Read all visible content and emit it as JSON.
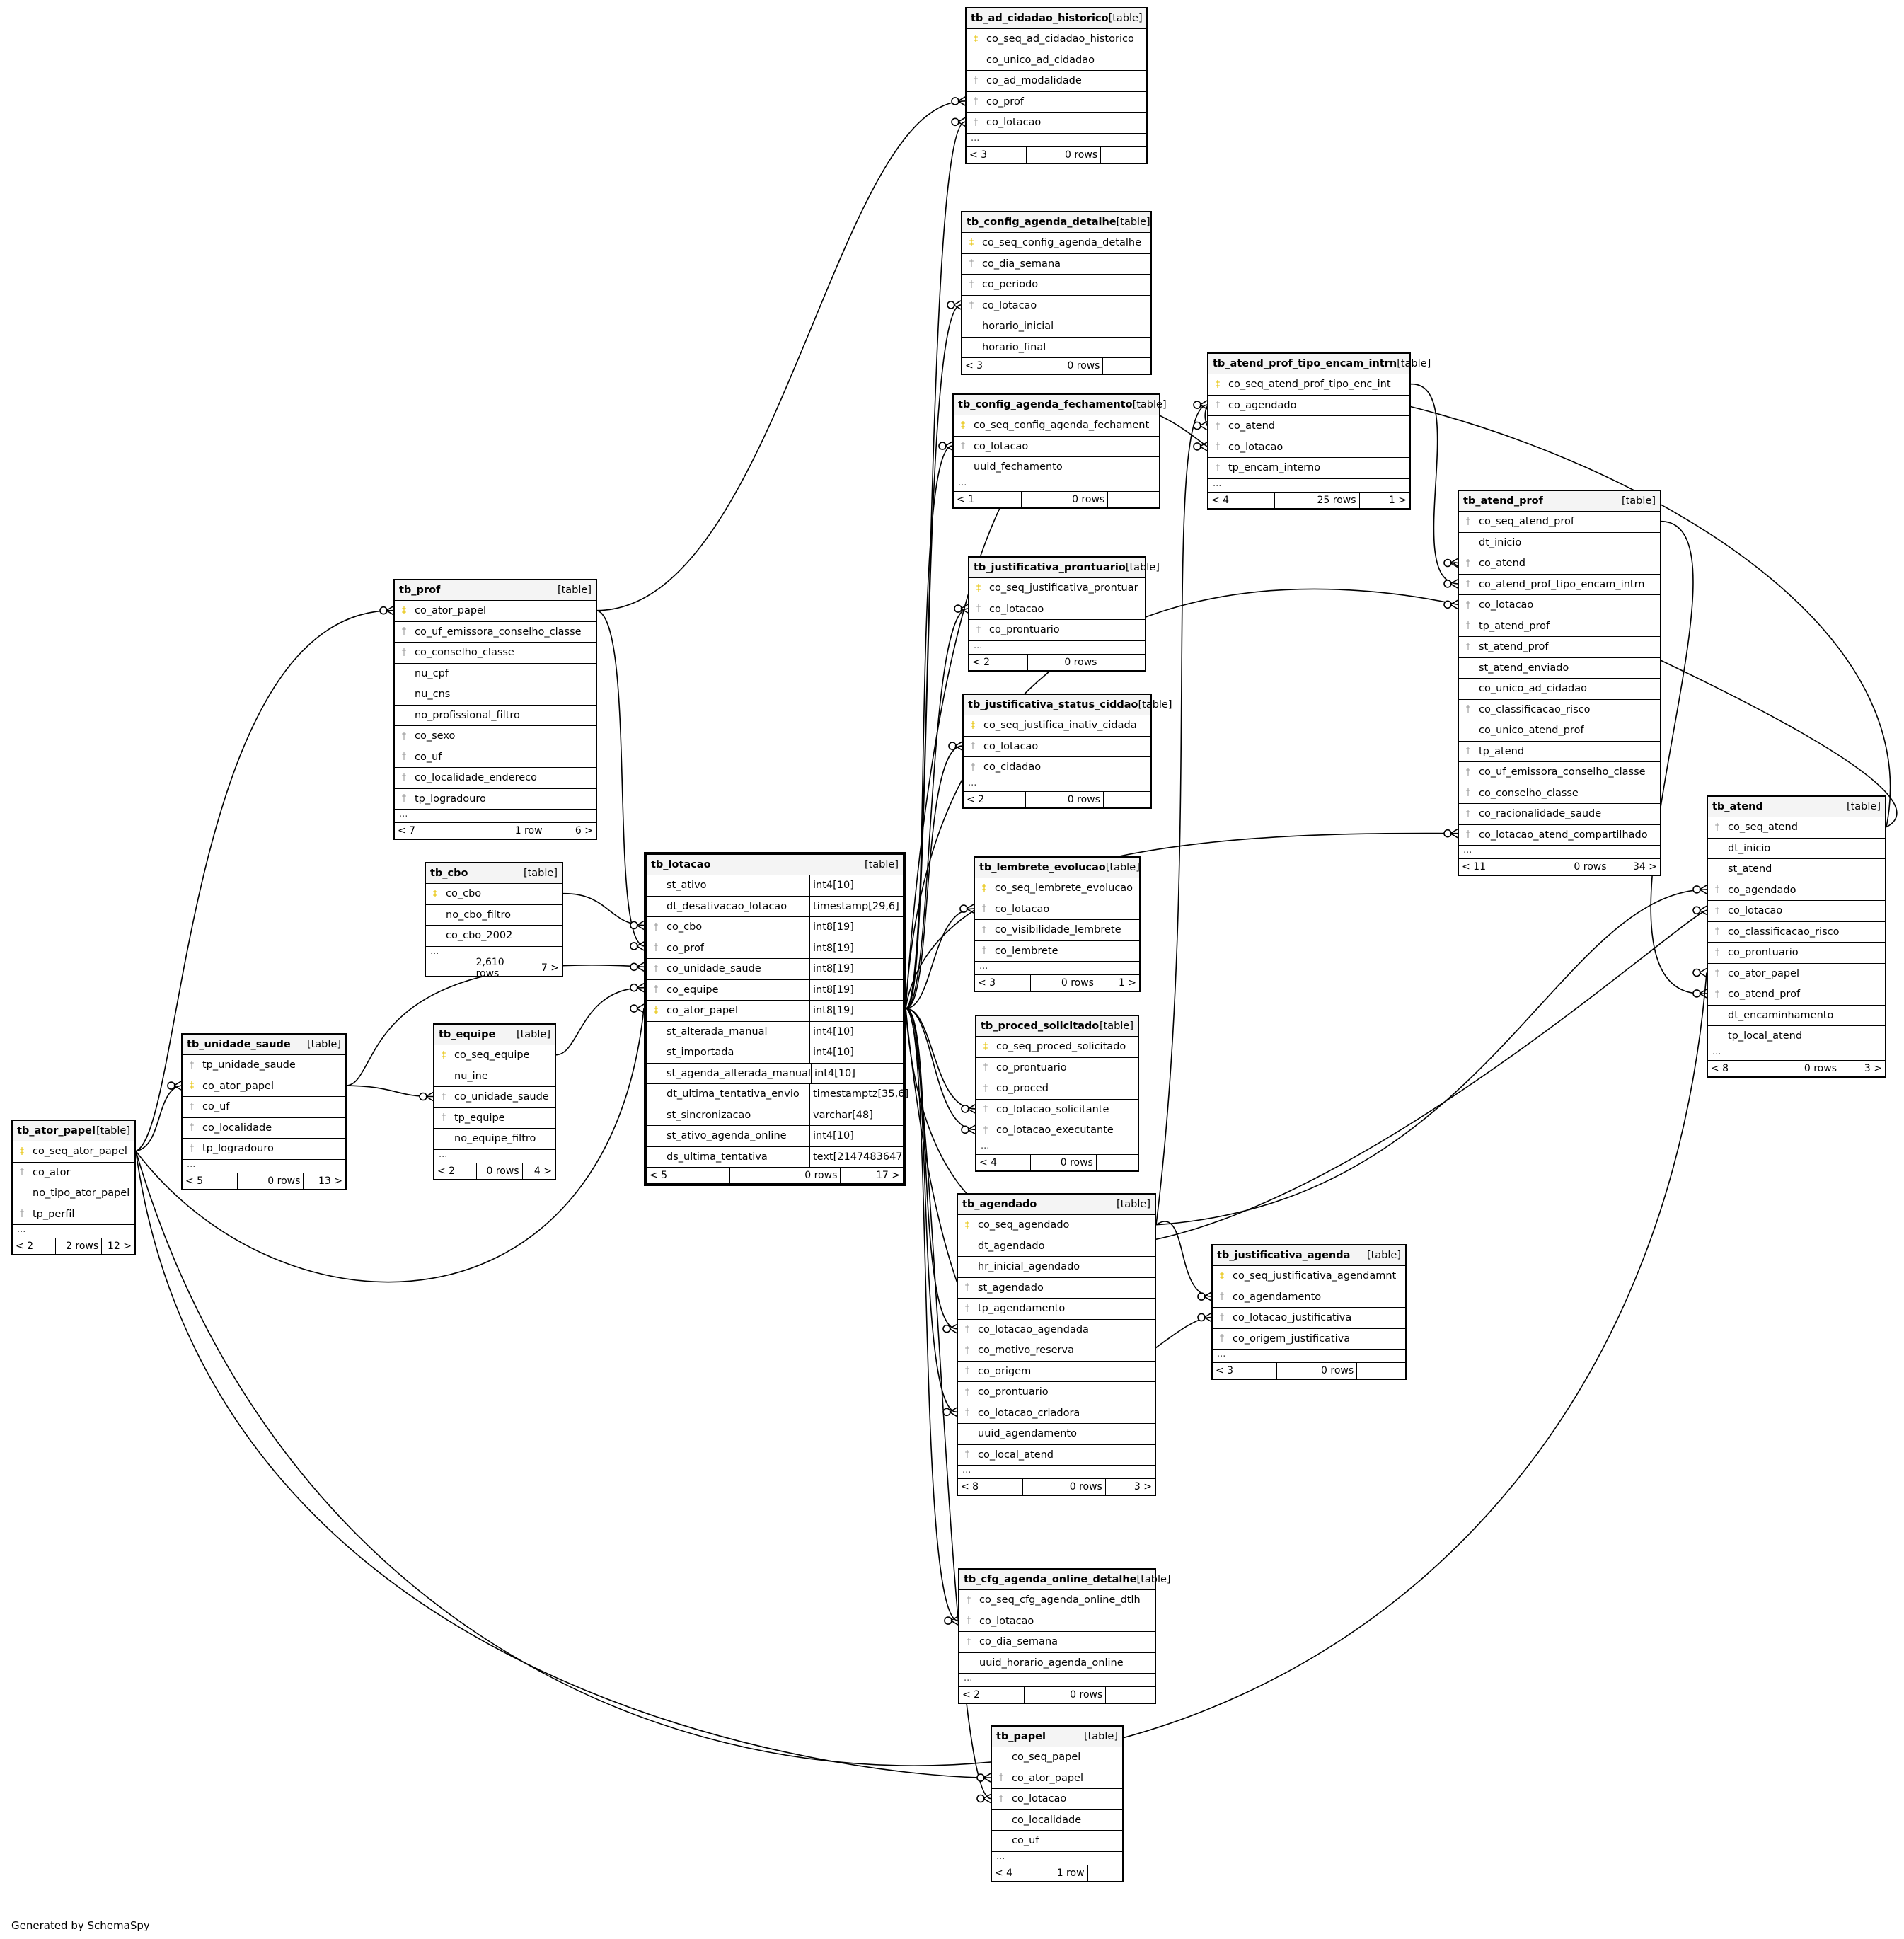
{
  "footer_text": "Generated by SchemaSpy",
  "colors": {
    "primary_key_icon": "#e6c200",
    "foreign_key_icon": "#9a9a9a",
    "header_bg": "#f4f4f4",
    "line": "#000000"
  },
  "tables": [
    {
      "name": "tb_ad_cidadao_historico",
      "tag": "[table]",
      "columns": [
        {
          "n": "co_seq_ad_cidadao_historico",
          "k": "pk"
        },
        {
          "n": "co_unico_ad_cidadao",
          "k": ""
        },
        {
          "n": "co_ad_modalidade",
          "k": "fk"
        },
        {
          "n": "co_prof",
          "k": "fk"
        },
        {
          "n": "co_lotacao",
          "k": "fk"
        }
      ],
      "more": "...",
      "footer": [
        "< 3",
        "0 rows",
        ""
      ]
    },
    {
      "name": "tb_config_agenda_detalhe",
      "tag": "[table]",
      "columns": [
        {
          "n": "co_seq_config_agenda_detalhe",
          "k": "pk"
        },
        {
          "n": "co_dia_semana",
          "k": "fk"
        },
        {
          "n": "co_periodo",
          "k": "fk"
        },
        {
          "n": "co_lotacao",
          "k": "fk"
        },
        {
          "n": "horario_inicial",
          "k": ""
        },
        {
          "n": "horario_final",
          "k": ""
        }
      ],
      "more": "",
      "footer": [
        "< 3",
        "0 rows",
        ""
      ]
    },
    {
      "name": "tb_config_agenda_fechamento",
      "tag": "[table]",
      "columns": [
        {
          "n": "co_seq_config_agenda_fechament",
          "k": "pk"
        },
        {
          "n": "co_lotacao",
          "k": "fk"
        },
        {
          "n": "uuid_fechamento",
          "k": ""
        }
      ],
      "more": "...",
      "footer": [
        "< 1",
        "0 rows",
        ""
      ]
    },
    {
      "name": "tb_atend_prof_tipo_encam_intrn",
      "tag": "[table]",
      "columns": [
        {
          "n": "co_seq_atend_prof_tipo_enc_int",
          "k": "pk"
        },
        {
          "n": "co_agendado",
          "k": "fk"
        },
        {
          "n": "co_atend",
          "k": "fk"
        },
        {
          "n": "co_lotacao",
          "k": "fk"
        },
        {
          "n": "tp_encam_interno",
          "k": "fk"
        }
      ],
      "more": "...",
      "footer": [
        "< 4",
        "25 rows",
        "1 >"
      ]
    },
    {
      "name": "tb_atend_prof",
      "tag": "[table]",
      "columns": [
        {
          "n": "co_seq_atend_prof",
          "k": "fk"
        },
        {
          "n": "dt_inicio",
          "k": ""
        },
        {
          "n": "co_atend",
          "k": "fk"
        },
        {
          "n": "co_atend_prof_tipo_encam_intrn",
          "k": "fk"
        },
        {
          "n": "co_lotacao",
          "k": "fk"
        },
        {
          "n": "tp_atend_prof",
          "k": "fk"
        },
        {
          "n": "st_atend_prof",
          "k": "fk"
        },
        {
          "n": "st_atend_enviado",
          "k": ""
        },
        {
          "n": "co_unico_ad_cidadao",
          "k": ""
        },
        {
          "n": "co_classificacao_risco",
          "k": "fk"
        },
        {
          "n": "co_unico_atend_prof",
          "k": ""
        },
        {
          "n": "tp_atend",
          "k": "fk"
        },
        {
          "n": "co_uf_emissora_conselho_classe",
          "k": "fk"
        },
        {
          "n": "co_conselho_classe",
          "k": "fk"
        },
        {
          "n": "co_racionalidade_saude",
          "k": "fk"
        },
        {
          "n": "co_lotacao_atend_compartilhado",
          "k": "fk"
        }
      ],
      "more": "...",
      "footer": [
        "< 11",
        "0 rows",
        "34 >"
      ]
    },
    {
      "name": "tb_prof",
      "tag": "[table]",
      "columns": [
        {
          "n": "co_ator_papel",
          "k": "pk"
        },
        {
          "n": "co_uf_emissora_conselho_classe",
          "k": "fk"
        },
        {
          "n": "co_conselho_classe",
          "k": "fk"
        },
        {
          "n": "nu_cpf",
          "k": ""
        },
        {
          "n": "nu_cns",
          "k": ""
        },
        {
          "n": "no_profissional_filtro",
          "k": ""
        },
        {
          "n": "co_sexo",
          "k": "fk"
        },
        {
          "n": "co_uf",
          "k": "fk"
        },
        {
          "n": "co_localidade_endereco",
          "k": "fk"
        },
        {
          "n": "tp_logradouro",
          "k": "fk"
        }
      ],
      "more": "...",
      "footer": [
        "< 7",
        "1 row",
        "6 >"
      ]
    },
    {
      "name": "tb_justificativa_prontuario",
      "tag": "[table]",
      "columns": [
        {
          "n": "co_seq_justificativa_prontuar",
          "k": "pk"
        },
        {
          "n": "co_lotacao",
          "k": "fk"
        },
        {
          "n": "co_prontuario",
          "k": "fk"
        }
      ],
      "more": "...",
      "footer": [
        "< 2",
        "0 rows",
        ""
      ]
    },
    {
      "name": "tb_justificativa_status_ciddao",
      "tag": "[table]",
      "columns": [
        {
          "n": "co_seq_justifica_inativ_cidada",
          "k": "pk"
        },
        {
          "n": "co_lotacao",
          "k": "fk"
        },
        {
          "n": "co_cidadao",
          "k": "fk"
        }
      ],
      "more": "...",
      "footer": [
        "< 2",
        "0 rows",
        ""
      ]
    },
    {
      "name": "tb_lotacao",
      "tag": "[table]",
      "focus": true,
      "columns": [
        {
          "n": "st_ativo",
          "k": "",
          "t": "int4[10]"
        },
        {
          "n": "dt_desativacao_lotacao",
          "k": "",
          "t": "timestamp[29,6]"
        },
        {
          "n": "co_cbo",
          "k": "fk",
          "t": "int8[19]"
        },
        {
          "n": "co_prof",
          "k": "fk",
          "t": "int8[19]"
        },
        {
          "n": "co_unidade_saude",
          "k": "fk",
          "t": "int8[19]"
        },
        {
          "n": "co_equipe",
          "k": "fk",
          "t": "int8[19]"
        },
        {
          "n": "co_ator_papel",
          "k": "pk",
          "t": "int8[19]"
        },
        {
          "n": "st_alterada_manual",
          "k": "",
          "t": "int4[10]"
        },
        {
          "n": "st_importada",
          "k": "",
          "t": "int4[10]"
        },
        {
          "n": "st_agenda_alterada_manual",
          "k": "",
          "t": "int4[10]"
        },
        {
          "n": "dt_ultima_tentativa_envio",
          "k": "",
          "t": "timestamptz[35,6]"
        },
        {
          "n": "st_sincronizacao",
          "k": "",
          "t": "varchar[48]"
        },
        {
          "n": "st_ativo_agenda_online",
          "k": "",
          "t": "int4[10]"
        },
        {
          "n": "ds_ultima_tentativa",
          "k": "",
          "t": "text[2147483647]"
        }
      ],
      "more": "",
      "footer": [
        "< 5",
        "0 rows",
        "17 >"
      ]
    },
    {
      "name": "tb_cbo",
      "tag": "[table]",
      "columns": [
        {
          "n": "co_cbo",
          "k": "pk"
        },
        {
          "n": "no_cbo_filtro",
          "k": ""
        },
        {
          "n": "co_cbo_2002",
          "k": ""
        }
      ],
      "more": "...",
      "footer": [
        "",
        "2,610 rows",
        "7 >"
      ]
    },
    {
      "name": "tb_lembrete_evolucao",
      "tag": "[table]",
      "columns": [
        {
          "n": "co_seq_lembrete_evolucao",
          "k": "pk"
        },
        {
          "n": "co_lotacao",
          "k": "fk"
        },
        {
          "n": "co_visibilidade_lembrete",
          "k": "fk"
        },
        {
          "n": "co_lembrete",
          "k": "fk"
        }
      ],
      "more": "...",
      "footer": [
        "< 3",
        "0 rows",
        "1 >"
      ]
    },
    {
      "name": "tb_atend",
      "tag": "[table]",
      "columns": [
        {
          "n": "co_seq_atend",
          "k": "fk"
        },
        {
          "n": "dt_inicio",
          "k": ""
        },
        {
          "n": "st_atend",
          "k": ""
        },
        {
          "n": "co_agendado",
          "k": "fk"
        },
        {
          "n": "co_lotacao",
          "k": "fk"
        },
        {
          "n": "co_classificacao_risco",
          "k": "fk"
        },
        {
          "n": "co_prontuario",
          "k": "fk"
        },
        {
          "n": "co_ator_papel",
          "k": "fk"
        },
        {
          "n": "co_atend_prof",
          "k": "fk"
        },
        {
          "n": "dt_encaminhamento",
          "k": ""
        },
        {
          "n": "tp_local_atend",
          "k": ""
        }
      ],
      "more": "...",
      "footer": [
        "< 8",
        "0 rows",
        "3 >"
      ]
    },
    {
      "name": "tb_proced_solicitado",
      "tag": "[table]",
      "columns": [
        {
          "n": "co_seq_proced_solicitado",
          "k": "pk"
        },
        {
          "n": "co_prontuario",
          "k": "fk"
        },
        {
          "n": "co_proced",
          "k": "fk"
        },
        {
          "n": "co_lotacao_solicitante",
          "k": "fk"
        },
        {
          "n": "co_lotacao_executante",
          "k": "fk"
        }
      ],
      "more": "...",
      "footer": [
        "< 4",
        "0 rows",
        ""
      ]
    },
    {
      "name": "tb_unidade_saude",
      "tag": "[table]",
      "columns": [
        {
          "n": "tp_unidade_saude",
          "k": "fk"
        },
        {
          "n": "co_ator_papel",
          "k": "pk"
        },
        {
          "n": "co_uf",
          "k": "fk"
        },
        {
          "n": "co_localidade",
          "k": "fk"
        },
        {
          "n": "tp_logradouro",
          "k": "fk"
        }
      ],
      "more": "...",
      "footer": [
        "< 5",
        "0 rows",
        "13 >"
      ]
    },
    {
      "name": "tb_equipe",
      "tag": "[table]",
      "columns": [
        {
          "n": "co_seq_equipe",
          "k": "pk"
        },
        {
          "n": "nu_ine",
          "k": ""
        },
        {
          "n": "co_unidade_saude",
          "k": "fk"
        },
        {
          "n": "tp_equipe",
          "k": "fk"
        },
        {
          "n": "no_equipe_filtro",
          "k": ""
        }
      ],
      "more": "...",
      "footer": [
        "< 2",
        "0 rows",
        "4 >"
      ]
    },
    {
      "name": "tb_ator_papel",
      "tag": "[table]",
      "columns": [
        {
          "n": "co_seq_ator_papel",
          "k": "pk"
        },
        {
          "n": "co_ator",
          "k": "fk"
        },
        {
          "n": "no_tipo_ator_papel",
          "k": ""
        },
        {
          "n": "tp_perfil",
          "k": "fk"
        }
      ],
      "more": "...",
      "footer": [
        "< 2",
        "2 rows",
        "12 >"
      ]
    },
    {
      "name": "tb_agendado",
      "tag": "[table]",
      "columns": [
        {
          "n": "co_seq_agendado",
          "k": "pk"
        },
        {
          "n": "dt_agendado",
          "k": ""
        },
        {
          "n": "hr_inicial_agendado",
          "k": ""
        },
        {
          "n": "st_agendado",
          "k": "fk"
        },
        {
          "n": "tp_agendamento",
          "k": "fk"
        },
        {
          "n": "co_lotacao_agendada",
          "k": "fk"
        },
        {
          "n": "co_motivo_reserva",
          "k": "fk"
        },
        {
          "n": "co_origem",
          "k": "fk"
        },
        {
          "n": "co_prontuario",
          "k": "fk"
        },
        {
          "n": "co_lotacao_criadora",
          "k": "fk"
        },
        {
          "n": "uuid_agendamento",
          "k": ""
        },
        {
          "n": "co_local_atend",
          "k": "fk"
        }
      ],
      "more": "...",
      "footer": [
        "< 8",
        "0 rows",
        "3 >"
      ]
    },
    {
      "name": "tb_justificativa_agenda",
      "tag": "[table]",
      "columns": [
        {
          "n": "co_seq_justificativa_agendamnt",
          "k": "pk"
        },
        {
          "n": "co_agendamento",
          "k": "fk"
        },
        {
          "n": "co_lotacao_justificativa",
          "k": "fk"
        },
        {
          "n": "co_origem_justificativa",
          "k": "fk"
        }
      ],
      "more": "...",
      "footer": [
        "< 3",
        "0 rows",
        ""
      ]
    },
    {
      "name": "tb_cfg_agenda_online_detalhe",
      "tag": "[table]",
      "columns": [
        {
          "n": "co_seq_cfg_agenda_online_dtlh",
          "k": "fk"
        },
        {
          "n": "co_lotacao",
          "k": "fk"
        },
        {
          "n": "co_dia_semana",
          "k": "fk"
        },
        {
          "n": "uuid_horario_agenda_online",
          "k": ""
        }
      ],
      "more": "...",
      "footer": [
        "< 2",
        "0 rows",
        ""
      ]
    },
    {
      "name": "tb_papel",
      "tag": "[table]",
      "columns": [
        {
          "n": "co_seq_papel",
          "k": ""
        },
        {
          "n": "co_ator_papel",
          "k": "fk"
        },
        {
          "n": "co_lotacao",
          "k": "fk"
        },
        {
          "n": "co_localidade",
          "k": ""
        },
        {
          "n": "co_uf",
          "k": ""
        }
      ],
      "more": "...",
      "footer": [
        "< 4",
        "1 row",
        ""
      ]
    }
  ]
}
